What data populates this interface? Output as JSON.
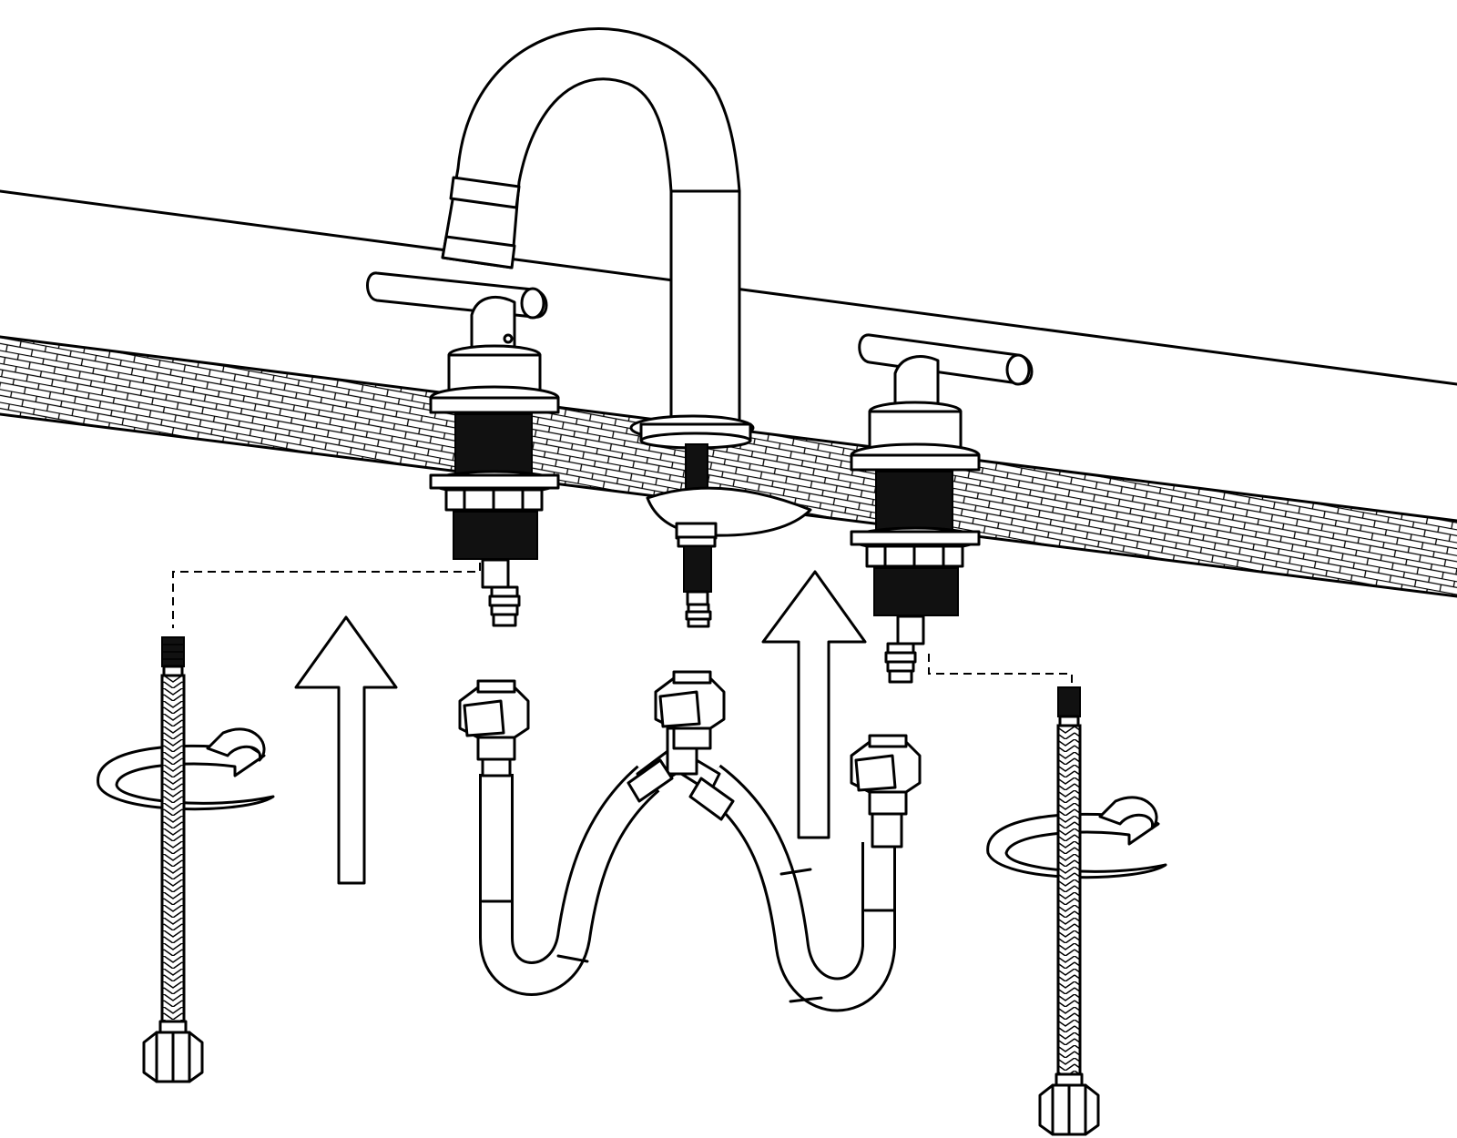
{
  "diagram": {
    "kind": "installation-illustration",
    "text_labels": [],
    "colors": {
      "line": "#000000",
      "background": "#ffffff",
      "fill_dark": "#111111"
    },
    "parts": {
      "spout": {
        "icon": "gooseneck-spout-icon"
      },
      "left_handle": {
        "icon": "lever-handle-icon"
      },
      "right_handle": {
        "icon": "lever-handle-icon"
      },
      "countertop": {
        "icon": "brick-countertop-icon"
      },
      "left_supply_hose": {
        "icon": "braided-hose-icon"
      },
      "right_supply_hose": {
        "icon": "braided-hose-icon"
      },
      "connector_hose": {
        "icon": "y-connector-hose-icon"
      },
      "up_arrows": {
        "count": 2,
        "icon": "up-arrow-icon"
      },
      "rotate_arrows": {
        "count": 2,
        "icon": "rotate-arrow-icon"
      }
    }
  }
}
